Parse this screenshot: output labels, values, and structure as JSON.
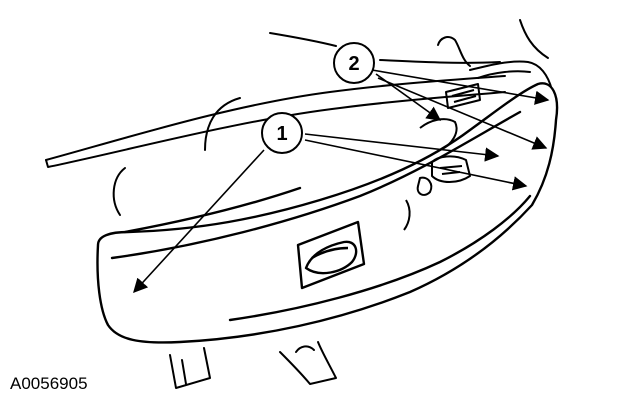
{
  "figure": {
    "id": "A0056905"
  },
  "callouts": [
    {
      "label": "1"
    },
    {
      "label": "2"
    }
  ]
}
